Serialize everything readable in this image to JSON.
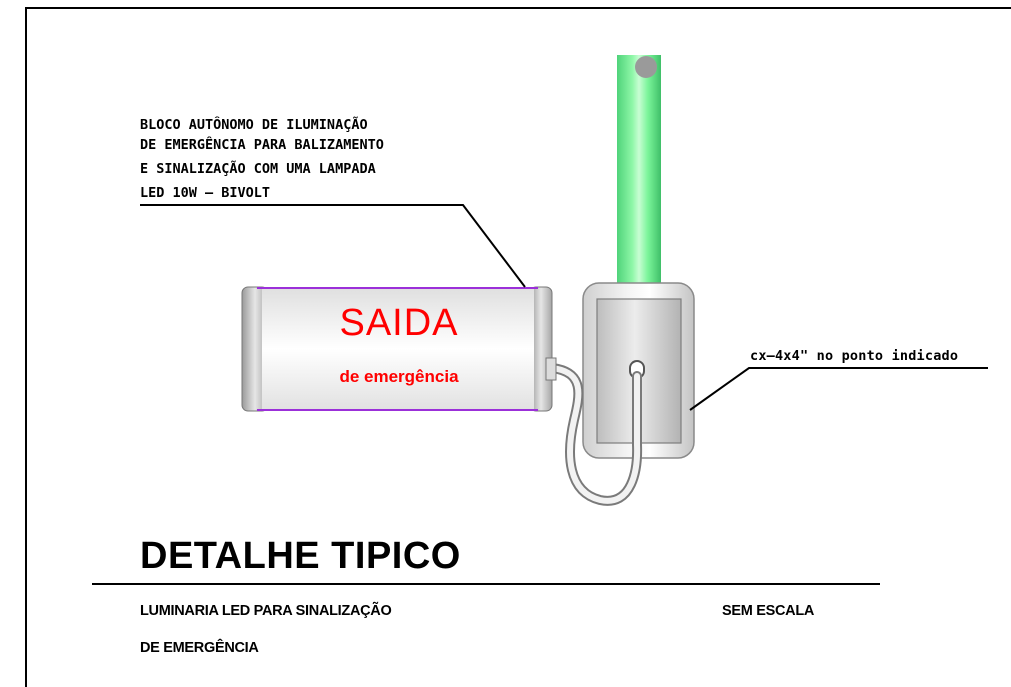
{
  "callout": {
    "lines": [
      "BLOCO AUTÔNOMO DE ILUMINAÇÃO",
      "DE EMERGÊNCIA PARA BALIZAMENTO",
      "E SINALIZAÇÃO COM UMA LAMPADA",
      "LED 10W — BIVOLT"
    ]
  },
  "sign": {
    "main_text": "SAIDA",
    "sub_text": "de emergência",
    "text_color": "#ff0000",
    "edge_color": "#9b30d9"
  },
  "box_label": "cx—4x4\" no ponto indicado",
  "tube_color": "#7bf59a",
  "title": "DETALHE TIPICO",
  "subtitle_lines": [
    "LUMINARIA LED PARA SINALIZAÇÃO",
    "DE EMERGÊNCIA"
  ],
  "scale_label": "SEM ESCALA",
  "icons": [
    "exit-sign-luminaire",
    "junction-box",
    "conduit-tube",
    "power-cable"
  ]
}
